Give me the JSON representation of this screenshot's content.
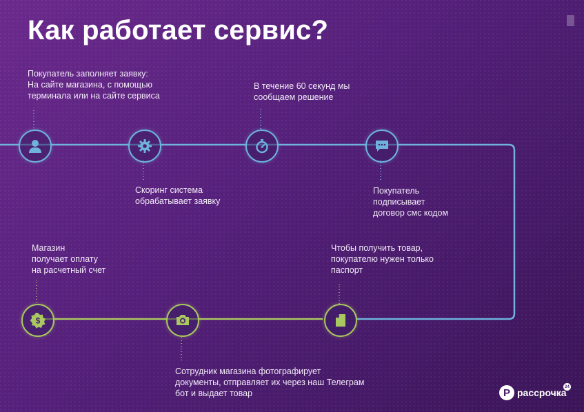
{
  "title": "Как работает сервис?",
  "colors": {
    "top_line": "#6fb3dc",
    "bottom_line": "#a9c860",
    "background": "#54207a"
  },
  "steps": [
    {
      "icon": "user-icon",
      "text": [
        "Покупатель заполняет заявку:",
        "На сайте магазина, с помощью",
        "терминала или на сайте сервиса"
      ]
    },
    {
      "icon": "gear-icon",
      "text": [
        "Скоринг система",
        "обрабатывает заявку"
      ]
    },
    {
      "icon": "stopwatch-icon",
      "text": [
        "В течение 60 секунд мы",
        "сообщаем решение"
      ]
    },
    {
      "icon": "chat-icon",
      "text": [
        "Покупатель",
        "подписывает",
        "договор смс кодом"
      ]
    },
    {
      "icon": "document-icon",
      "text": [
        "Чтобы получить товар,",
        "покупателю нужен только",
        "паспорт"
      ]
    },
    {
      "icon": "camera-icon",
      "text": [
        "Сотрудник магазина фотографирует",
        "документы, отправляет их через наш Телеграм",
        "бот и выдает товар"
      ]
    },
    {
      "icon": "dollar-badge-icon",
      "text": [
        "Магазин",
        "получает оплату",
        "на расчетный счет"
      ]
    }
  ],
  "logo": {
    "letter": "Р",
    "text": "рассрочка",
    "badge": "24"
  }
}
